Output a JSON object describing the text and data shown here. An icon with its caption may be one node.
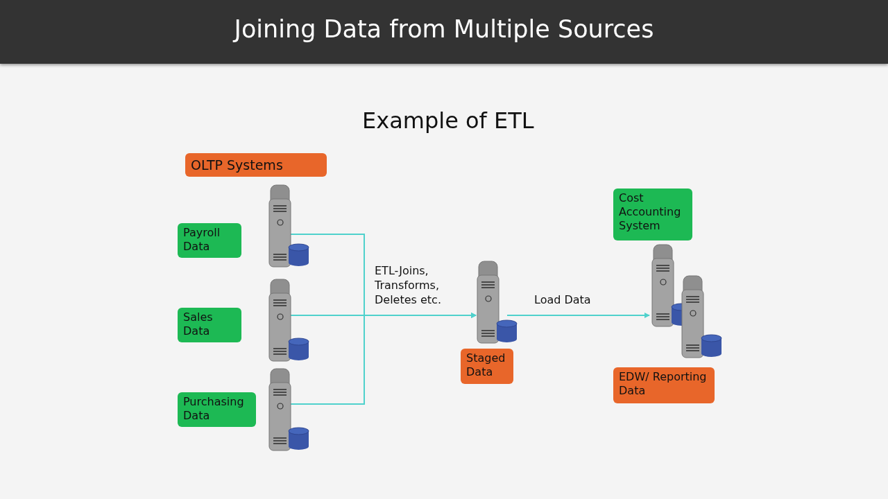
{
  "diagram": {
    "title": "Joining Data from Multiple Sources",
    "nodes": [
      {
        "text": [
          "OLTP Systems"
        ]
      },
      {
        "text": [
          "Payroll Data"
        ]
      },
      {
        "text": [],
        "shape": "server"
      },
      {
        "text": [
          "Sales Data"
        ]
      },
      {
        "text": [],
        "shape": "server"
      },
      {
        "text": [
          "Purchasing Data"
        ]
      },
      {
        "text": [],
        "shape": "server"
      },
      {
        "text": [],
        "shape": "server"
      },
      {
        "text": [
          "Staged Data"
        ]
      },
      {
        "text": [
          "Cost Accounting System"
        ]
      },
      {
        "text": [],
        "shape": "server"
      },
      {
        "text": [
          "EDW/ Reporting Data"
        ]
      }
    ],
    "edges": [
      {
        "from": 2,
        "to": 7,
        "arrow": "to"
      },
      {
        "from": 4,
        "to": 7,
        "arrow": "to",
        "label": "ETL-Joins, Transforms, Deletes etc."
      },
      {
        "from": 6,
        "to": 7,
        "arrow": "to"
      },
      {
        "from": 7,
        "to": 10,
        "arrow": "to",
        "label": "Load Data"
      }
    ],
    "labels": [
      "Example of ETL"
    ]
  }
}
